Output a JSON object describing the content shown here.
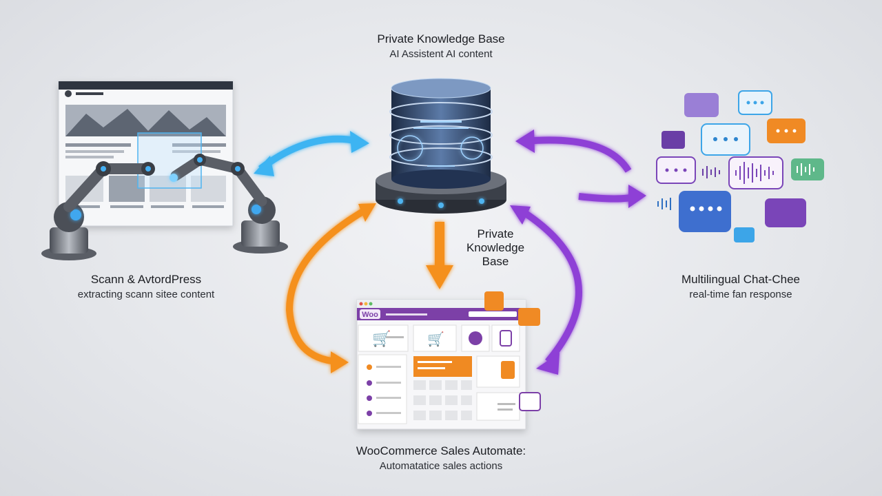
{
  "top_node": {
    "title": "Private Knowledge Base",
    "subtitle": "AI Assistent AI content"
  },
  "center_label": {
    "line1": "Private",
    "line2": "Knowledge",
    "line3": "Base"
  },
  "left_node": {
    "title": "Scann & AvtordPress",
    "subtitle": "extracting scann sitee content"
  },
  "right_node": {
    "title": "Multilingual Chat-Chee",
    "subtitle": "real-time fan response"
  },
  "bottom_node": {
    "title": "WooCommerce Sales Automate:",
    "subtitle": "Automatatice sales actions"
  },
  "woo_logo_text": "Woo",
  "colors": {
    "blue_arrow": "#3db4f2",
    "purple_arrow": "#8e3fd6",
    "orange_arrow": "#f5901f",
    "woo_purple": "#7b3fa7",
    "orange_accent": "#f08a24"
  }
}
